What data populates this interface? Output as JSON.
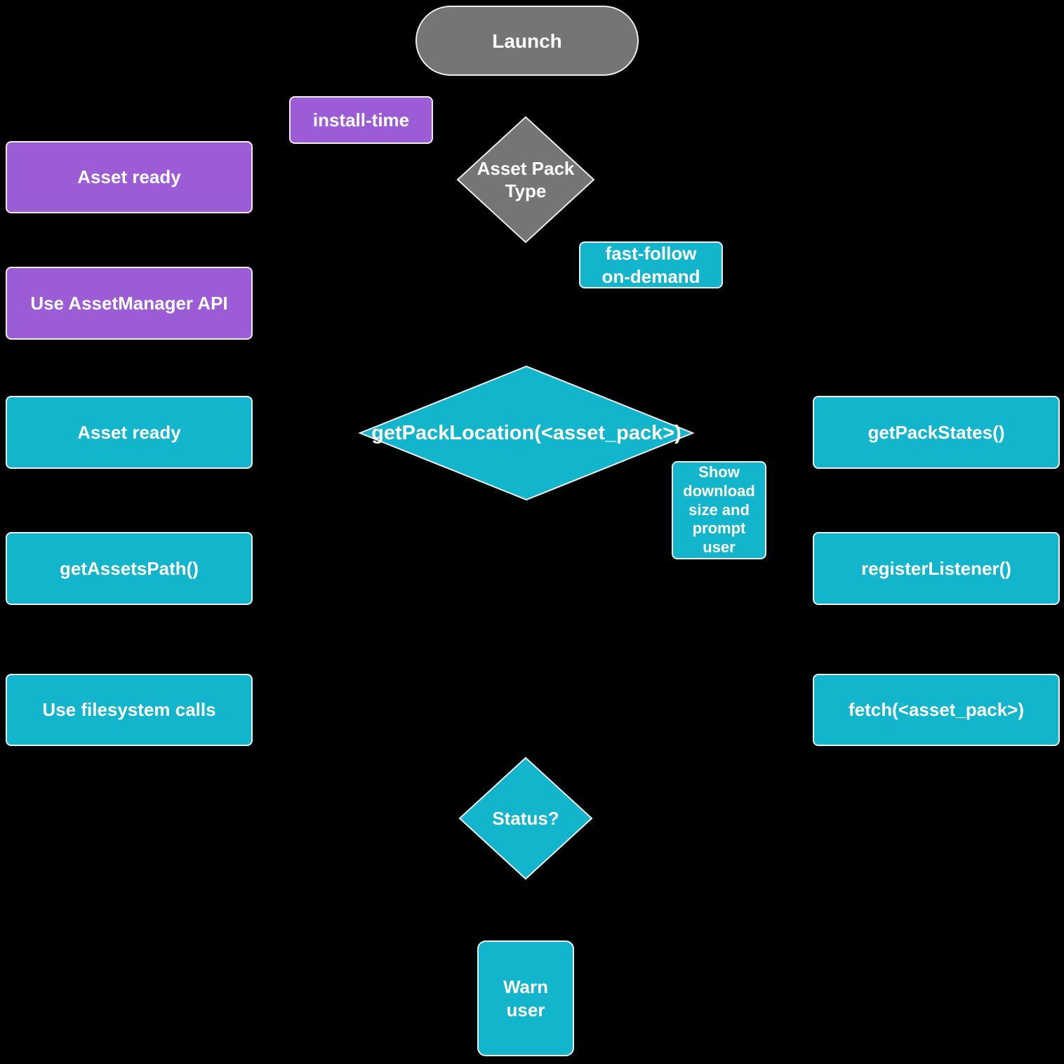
{
  "diagram": {
    "title": "Asset pack type decision flowchart",
    "colors": {
      "background": "#000000",
      "node_gray": "#757575",
      "node_purple": "#9b5cd6",
      "node_teal": "#12b5cb",
      "text": "#ffffff",
      "border": "#ededed"
    },
    "nodes": {
      "launch": {
        "label": "Launch",
        "shape": "pill",
        "color": "gray"
      },
      "install_time": {
        "label": "install-time",
        "shape": "rect",
        "color": "purple"
      },
      "asset_pack_type": {
        "label": "Asset Pack\nType",
        "shape": "diamond",
        "color": "gray"
      },
      "fast_follow_on_demand": {
        "label": "fast-follow\non-demand",
        "shape": "rect",
        "color": "teal"
      },
      "asset_ready_install": {
        "label": "Asset ready",
        "shape": "rect",
        "color": "purple"
      },
      "use_assetmanager_api": {
        "label": "Use AssetManager API",
        "shape": "rect",
        "color": "purple"
      },
      "asset_ready_dynamic": {
        "label": "Asset ready",
        "shape": "rect",
        "color": "teal"
      },
      "get_assets_path": {
        "label": "getAssetsPath()",
        "shape": "rect",
        "color": "teal"
      },
      "use_filesystem_calls": {
        "label": "Use filesystem calls",
        "shape": "rect",
        "color": "teal"
      },
      "get_pack_location": {
        "label": "getPackLocation(<asset_pack>)",
        "shape": "diamond",
        "color": "teal"
      },
      "show_download_size": {
        "label": "Show\ndownload\nsize and\nprompt\nuser",
        "shape": "rect",
        "color": "teal"
      },
      "get_pack_states": {
        "label": "getPackStates()",
        "shape": "rect",
        "color": "teal"
      },
      "register_listener": {
        "label": "registerListener()",
        "shape": "rect",
        "color": "teal"
      },
      "fetch_asset_pack": {
        "label": "fetch(<asset_pack>)",
        "shape": "rect",
        "color": "teal"
      },
      "status": {
        "label": "Status?",
        "shape": "diamond",
        "color": "teal"
      },
      "warn_user": {
        "label": "Warn\nuser",
        "shape": "rect",
        "color": "teal"
      }
    }
  }
}
